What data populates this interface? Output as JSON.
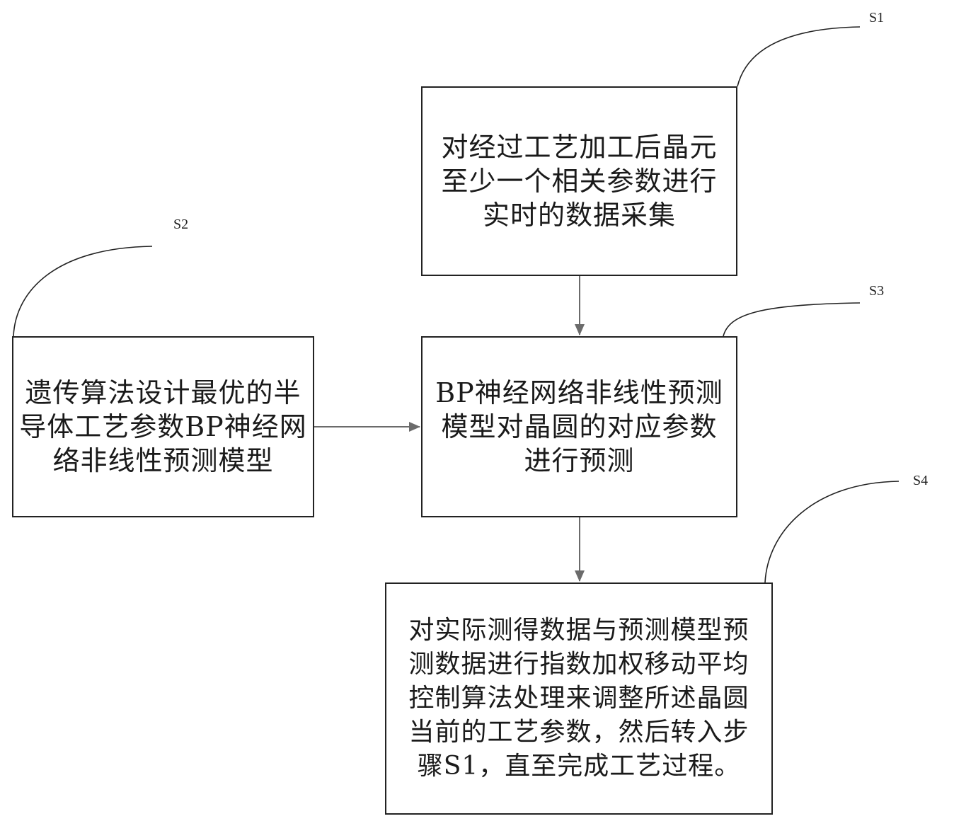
{
  "steps": {
    "s1": {
      "label": "S1",
      "lines": [
        "对经过工艺加工后晶元",
        "至少一个相关参数进行",
        "实时的数据采集"
      ]
    },
    "s2": {
      "label": "S2",
      "lines": [
        "遗传算法设计最优的半",
        "导体工艺参数BP神经网",
        "络非线性预测模型"
      ]
    },
    "s3": {
      "label": "S3",
      "lines": [
        "BP神经网络非线性预测",
        "模型对晶圆的对应参数",
        "进行预测"
      ]
    },
    "s4": {
      "label": "S4",
      "lines": [
        "对实际测得数据与预测模型预",
        "测数据进行指数加权移动平均",
        "控制算法处理来调整所述晶圆",
        "当前的工艺参数，然后转入步",
        "骤S1，直至完成工艺过程。"
      ]
    }
  },
  "colors": {
    "stroke": "#222222",
    "arrow": "#6b6b6b",
    "background": "#ffffff"
  }
}
